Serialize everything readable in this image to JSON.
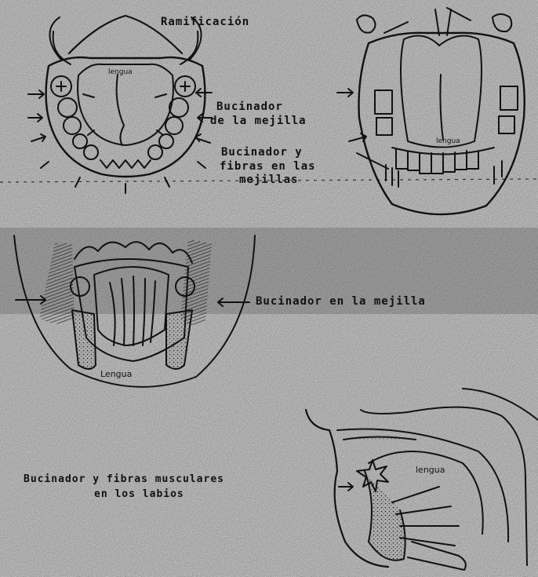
{
  "labels": {
    "ramificacion": "Ramificación",
    "bucinador_mejilla_1": "Bucinador",
    "bucinador_mejilla_2": "de la mejilla",
    "bucinador_fibras_1": "Bucinador  y",
    "bucinador_fibras_2": "fibras en las",
    "bucinador_fibras_3": "mejillas",
    "bucinador_en_mejilla": "Bucinador en la mejilla",
    "bucinador_labios_1": "Bucinador y fibras musculares",
    "bucinador_labios_2": "en los labios",
    "lengua_1": "lengua",
    "lengua_2": "lengua",
    "lengua_3": "Lengua",
    "lengua_4": "lengua"
  },
  "colors": {
    "ink": "#111111",
    "paper": "#c9c9c9"
  }
}
